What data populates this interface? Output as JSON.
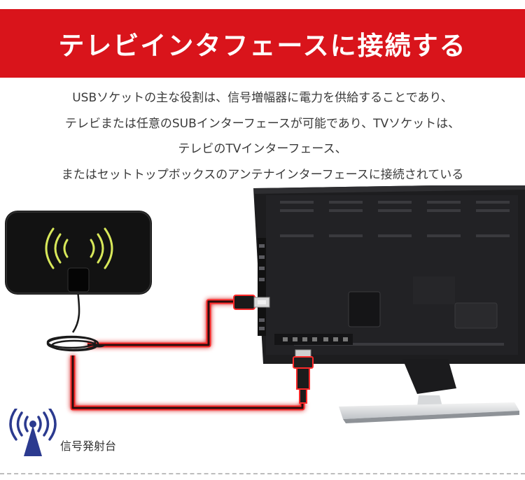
{
  "banner": {
    "title": "テレビインタフェースに接続する",
    "color": "#d9141b"
  },
  "description": {
    "lines": [
      "USBソケットの主な役割は、信号増幅器に電力を供給することであり、",
      "テレビまたは任意のSUBインターフェースが可能であり、TVソケットは、",
      "テレビのTVインターフェース、",
      "またはセットトップボックスのアンテナインターフェースに接続されている"
    ]
  },
  "illustration": {
    "antenna_icon": "signal-waves-icon",
    "usb_plug_icon": "usb-plug-icon",
    "coax_plug_icon": "coax-plug-icon",
    "tv_icon": "tv-back-panel-icon",
    "highlight_color": "#e02020",
    "wave_color": "#d8e85a"
  },
  "tower": {
    "icon": "broadcast-tower-icon",
    "label": "信号発射台",
    "color": "#2b3a8f"
  }
}
